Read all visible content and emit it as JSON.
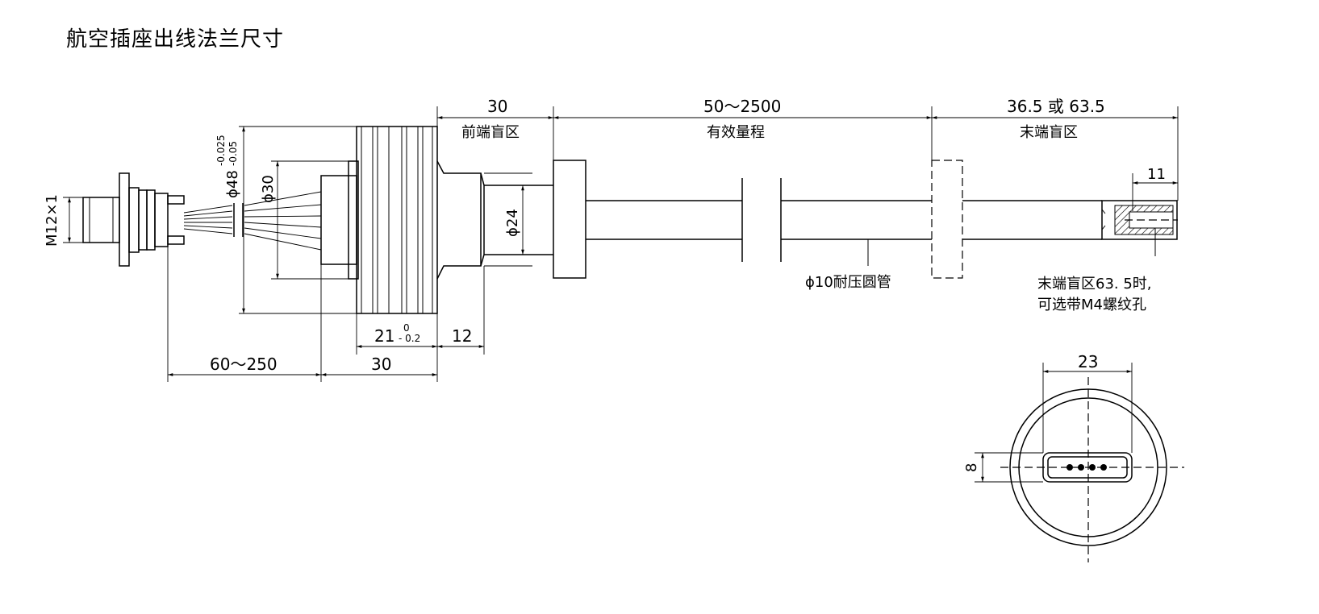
{
  "title": "航空插座出线法兰尺寸",
  "dimensions": {
    "front_blind_len": "30",
    "front_blind_label": "前端盲区",
    "range_len": "50～2500",
    "range_label": "有效量程",
    "end_blind_len": "36.5 或 63.5",
    "end_blind_label": "末端盲区",
    "hole_depth": "11",
    "thread": "M12×1",
    "flange_dia": "ϕ48",
    "flange_tol_upper": "-0.025",
    "flange_tol_lower": "-0.05",
    "bore_dia": "ϕ30",
    "neck_dia": "ϕ24",
    "flange_w": "21",
    "flange_w_tol_upper": "0",
    "flange_w_tol_lower": "- 0.2",
    "neck_len": "12",
    "cable_len": "60～250",
    "body_len": "30",
    "tube": "ϕ10耐压圆管",
    "note_line1": "末端盲区63. 5时,",
    "note_line2": "可选带M4螺纹孔",
    "end_width": "23",
    "end_height": "8"
  }
}
